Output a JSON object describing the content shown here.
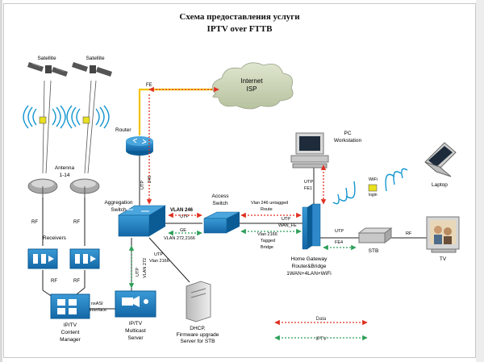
{
  "title_line1": "Схема предоставления услуги",
  "title_line2": "IPTV over FTTB",
  "labels": {
    "satellite_1": "Satellite",
    "satellite_2": "Satellite",
    "internet": "Internet",
    "isp": "ISP",
    "fe_top": "FE",
    "router": "Router",
    "antenna": "Antenna",
    "antenna_range": "1-14",
    "rf_left": "RF",
    "rf_right": "RF",
    "receivers": "Receivers",
    "rf_lower_left": "RF",
    "rf_lower_right": "RF",
    "asi": "nxASI",
    "asi_interface": "interface",
    "content_manager_1": "IP/TV",
    "content_manager_2": "Content",
    "content_manager_3": "Manager",
    "multicast_1": "IP/TV",
    "multicast_2": "Multicast",
    "multicast_3": "Server",
    "dhcp_1": "DHCP,",
    "dhcp_2": "Firmware upgrade",
    "dhcp_3": "Server for STB",
    "aggregation_1": "Aggregation",
    "aggregation_2": "Switch",
    "utp_router": "UTP",
    "vlan_246_vertical": "246",
    "access_1": "Access",
    "access_2": "Switch",
    "vlan_246_link": "VLAN 246",
    "utp_ge": "UTP",
    "ge": "GE",
    "vlan_272": "VLAN 272,2166",
    "utp_v": "UTP",
    "vlan_272_vertical": "VLAN 272",
    "utp_vlan2166_1": "UTP",
    "utp_vlan2166_2": "Vlan 2166",
    "vlan246_untagged": "Vlan 246 untagged",
    "route": "Route",
    "utp_wan": "UTP",
    "wan_fe": "WAN_FE",
    "vlan2166_1": "Vlan 2166",
    "vlan2166_2": "Tagged",
    "vlan2166_3": "Bridge",
    "pc_1": "PC",
    "pc_2": "Workstation",
    "utp_pc": "UTP",
    "fe1": "FE1",
    "wifi": "WiFi",
    "login": "login",
    "laptop": "Laptop",
    "utp_stb": "UTP",
    "fe4": "FE4",
    "stb": "STB",
    "rf_tv": "RF",
    "tv": "TV",
    "hg_1": "Home Gateway",
    "hg_2": "Router&Bridge",
    "hg_3": "1WAN+4LAN+WiFi",
    "legend_data": "Data",
    "legend_iptv": "IPTV"
  },
  "colors": {
    "data": "#e03020",
    "iptv": "#2fa05a",
    "router_link": "#f2c200",
    "device_blue": "#1f7fc0",
    "device_dark": "#0b5c95",
    "cloud": "#c9d2b8",
    "wifi": "#1496cf"
  }
}
